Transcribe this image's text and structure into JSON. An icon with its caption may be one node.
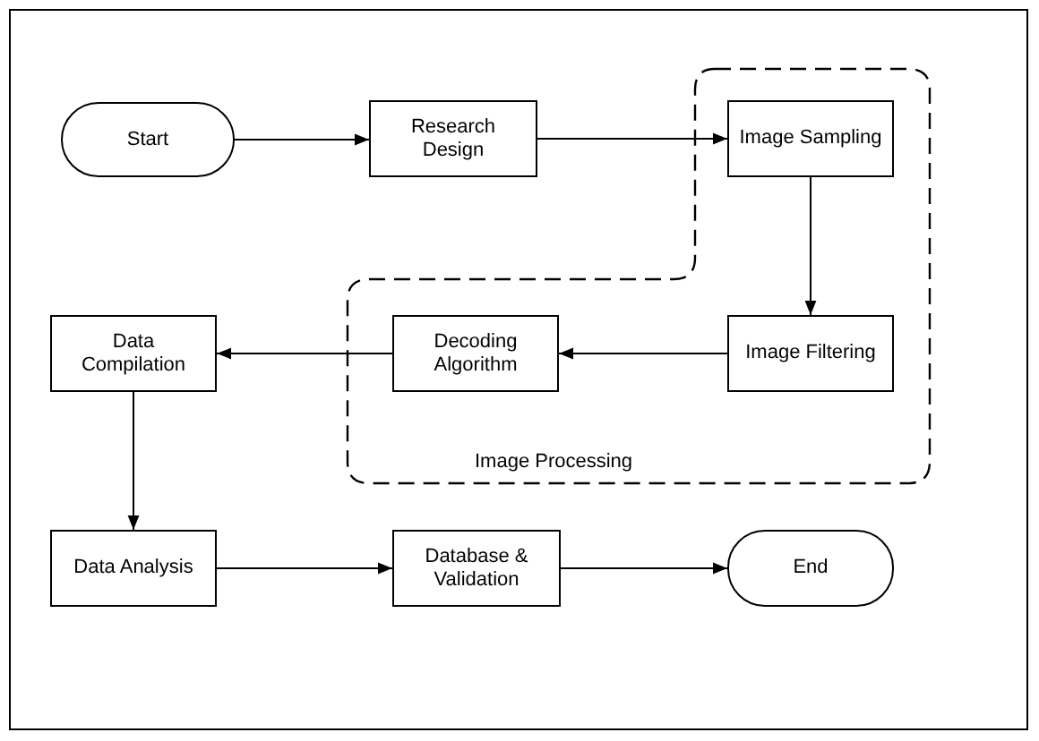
{
  "diagram": {
    "nodes": [
      {
        "text": [
          "Start"
        ]
      },
      {
        "text": [
          "Research Design"
        ]
      },
      {
        "text": [
          "Image Processing"
        ]
      },
      {
        "text": [
          "Image Sampling"
        ],
        "in": 2
      },
      {
        "text": [
          "Image Filtering"
        ],
        "in": 2
      },
      {
        "text": [
          "Decoding Algorithm"
        ],
        "in": 2
      },
      {
        "text": [
          "Data Compilation"
        ]
      },
      {
        "text": [
          "Data Analysis"
        ]
      },
      {
        "text": [
          "Database & Validation"
        ]
      },
      {
        "text": [
          "End"
        ]
      }
    ],
    "edges": [
      {
        "from": 0,
        "to": 1,
        "arrow": "to"
      },
      {
        "from": 1,
        "to": 3,
        "arrow": "to"
      },
      {
        "from": 3,
        "to": 4,
        "arrow": "to"
      },
      {
        "from": 4,
        "to": 5,
        "arrow": "to"
      },
      {
        "from": 5,
        "to": 6,
        "arrow": "to"
      },
      {
        "from": 6,
        "to": 7,
        "arrow": "to"
      },
      {
        "from": 7,
        "to": 8,
        "arrow": "to"
      },
      {
        "from": 8,
        "to": 9,
        "arrow": "to"
      }
    ]
  }
}
